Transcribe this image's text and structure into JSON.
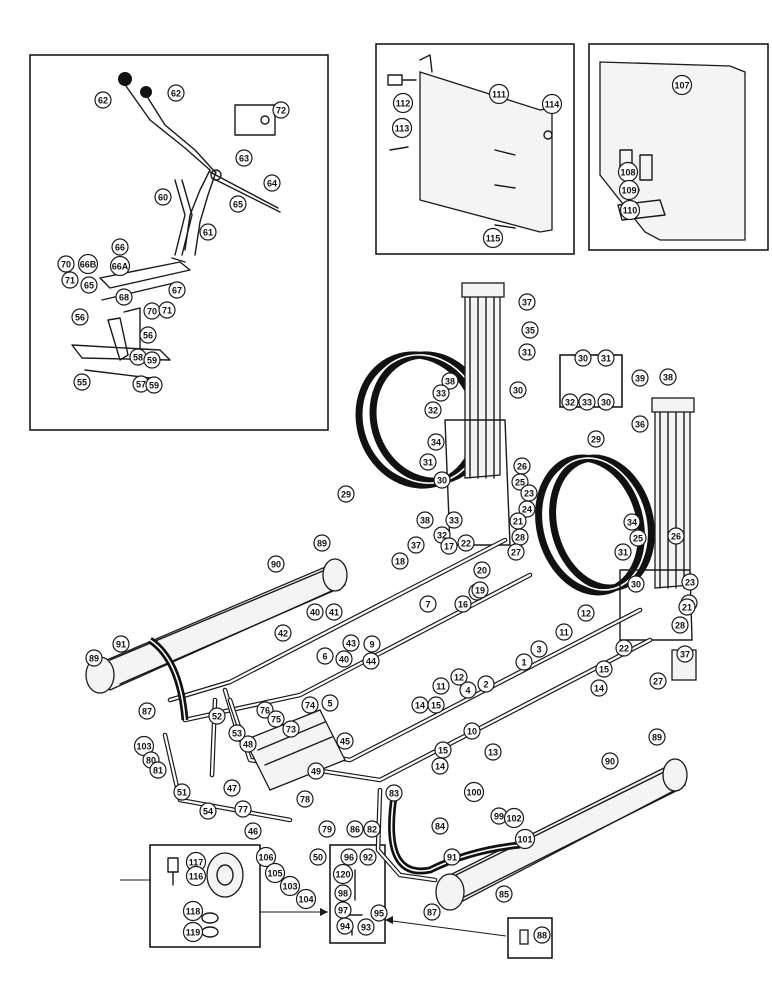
{
  "callouts": [
    {
      "n": "62"
    },
    {
      "n": "62"
    },
    {
      "n": "72"
    },
    {
      "n": "63"
    },
    {
      "n": "64"
    },
    {
      "n": "65"
    },
    {
      "n": "60"
    },
    {
      "n": "61"
    },
    {
      "n": "66"
    },
    {
      "n": "66B"
    },
    {
      "n": "66A"
    },
    {
      "n": "70"
    },
    {
      "n": "71"
    },
    {
      "n": "65"
    },
    {
      "n": "68"
    },
    {
      "n": "67"
    },
    {
      "n": "56"
    },
    {
      "n": "70"
    },
    {
      "n": "71"
    },
    {
      "n": "56"
    },
    {
      "n": "58"
    },
    {
      "n": "59"
    },
    {
      "n": "55"
    },
    {
      "n": "57"
    },
    {
      "n": "59"
    },
    {
      "n": "112"
    },
    {
      "n": "111"
    },
    {
      "n": "114"
    },
    {
      "n": "113"
    },
    {
      "n": "115"
    },
    {
      "n": "107"
    },
    {
      "n": "108"
    },
    {
      "n": "109"
    },
    {
      "n": "110"
    },
    {
      "n": "37"
    },
    {
      "n": "35"
    },
    {
      "n": "31"
    },
    {
      "n": "38"
    },
    {
      "n": "30"
    },
    {
      "n": "33"
    },
    {
      "n": "32"
    },
    {
      "n": "34"
    },
    {
      "n": "31"
    },
    {
      "n": "26"
    },
    {
      "n": "29"
    },
    {
      "n": "30"
    },
    {
      "n": "25"
    },
    {
      "n": "23"
    },
    {
      "n": "24"
    },
    {
      "n": "38"
    },
    {
      "n": "33"
    },
    {
      "n": "21"
    },
    {
      "n": "32"
    },
    {
      "n": "22"
    },
    {
      "n": "28"
    },
    {
      "n": "37"
    },
    {
      "n": "17"
    },
    {
      "n": "27"
    },
    {
      "n": "18"
    },
    {
      "n": "20"
    },
    {
      "n": "8"
    },
    {
      "n": "19"
    },
    {
      "n": "16"
    },
    {
      "n": "7"
    },
    {
      "n": "30"
    },
    {
      "n": "31"
    },
    {
      "n": "32"
    },
    {
      "n": "33"
    },
    {
      "n": "30"
    },
    {
      "n": "39"
    },
    {
      "n": "38"
    },
    {
      "n": "36"
    },
    {
      "n": "29"
    },
    {
      "n": "34"
    },
    {
      "n": "25"
    },
    {
      "n": "26"
    },
    {
      "n": "31"
    },
    {
      "n": "30"
    },
    {
      "n": "23"
    },
    {
      "n": "24"
    },
    {
      "n": "21"
    },
    {
      "n": "28"
    },
    {
      "n": "22"
    },
    {
      "n": "37"
    },
    {
      "n": "27"
    },
    {
      "n": "12"
    },
    {
      "n": "11"
    },
    {
      "n": "3"
    },
    {
      "n": "1"
    },
    {
      "n": "15"
    },
    {
      "n": "14"
    },
    {
      "n": "90"
    },
    {
      "n": "89"
    },
    {
      "n": "40"
    },
    {
      "n": "41"
    },
    {
      "n": "42"
    },
    {
      "n": "43"
    },
    {
      "n": "9"
    },
    {
      "n": "6"
    },
    {
      "n": "40"
    },
    {
      "n": "44"
    },
    {
      "n": "91"
    },
    {
      "n": "89"
    },
    {
      "n": "87"
    },
    {
      "n": "12"
    },
    {
      "n": "11"
    },
    {
      "n": "4"
    },
    {
      "n": "2"
    },
    {
      "n": "14"
    },
    {
      "n": "15"
    },
    {
      "n": "10"
    },
    {
      "n": "13"
    },
    {
      "n": "15"
    },
    {
      "n": "14"
    },
    {
      "n": "52"
    },
    {
      "n": "76"
    },
    {
      "n": "75"
    },
    {
      "n": "74"
    },
    {
      "n": "5"
    },
    {
      "n": "73"
    },
    {
      "n": "48"
    },
    {
      "n": "53"
    },
    {
      "n": "45"
    },
    {
      "n": "103"
    },
    {
      "n": "49"
    },
    {
      "n": "80"
    },
    {
      "n": "81"
    },
    {
      "n": "51"
    },
    {
      "n": "47"
    },
    {
      "n": "54"
    },
    {
      "n": "77"
    },
    {
      "n": "78"
    },
    {
      "n": "46"
    },
    {
      "n": "106"
    },
    {
      "n": "105"
    },
    {
      "n": "103"
    },
    {
      "n": "104"
    },
    {
      "n": "50"
    },
    {
      "n": "79"
    },
    {
      "n": "86"
    },
    {
      "n": "82"
    },
    {
      "n": "83"
    },
    {
      "n": "84"
    },
    {
      "n": "89"
    },
    {
      "n": "90"
    },
    {
      "n": "100"
    },
    {
      "n": "99"
    },
    {
      "n": "102"
    },
    {
      "n": "101"
    },
    {
      "n": "91"
    },
    {
      "n": "85"
    },
    {
      "n": "87"
    },
    {
      "n": "96"
    },
    {
      "n": "92"
    },
    {
      "n": "120"
    },
    {
      "n": "98"
    },
    {
      "n": "97"
    },
    {
      "n": "94"
    },
    {
      "n": "93"
    },
    {
      "n": "95"
    },
    {
      "n": "117"
    },
    {
      "n": "116"
    },
    {
      "n": "118"
    },
    {
      "n": "119"
    },
    {
      "n": "88"
    }
  ]
}
